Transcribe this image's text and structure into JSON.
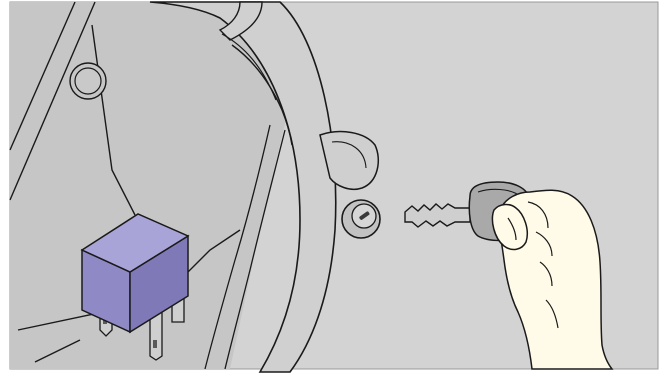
{
  "colors": {
    "background": "#d3d3d3",
    "dashboard": "#c6c6c6",
    "steering_wheel": "#d0d0d0",
    "relay_top": "#a9a4d8",
    "relay_front": "#8f89c6",
    "relay_side": "#7f79b8",
    "key_head": "#a9a9a9",
    "hand": "#fffbe8",
    "outline": "#1a1a1a"
  },
  "illustration": {
    "objects": [
      "dashboard-panel",
      "steering-wheel",
      "turn-signal-stalk",
      "ignition-lock",
      "ignition-key",
      "hand",
      "relay"
    ],
    "text_labels": []
  }
}
